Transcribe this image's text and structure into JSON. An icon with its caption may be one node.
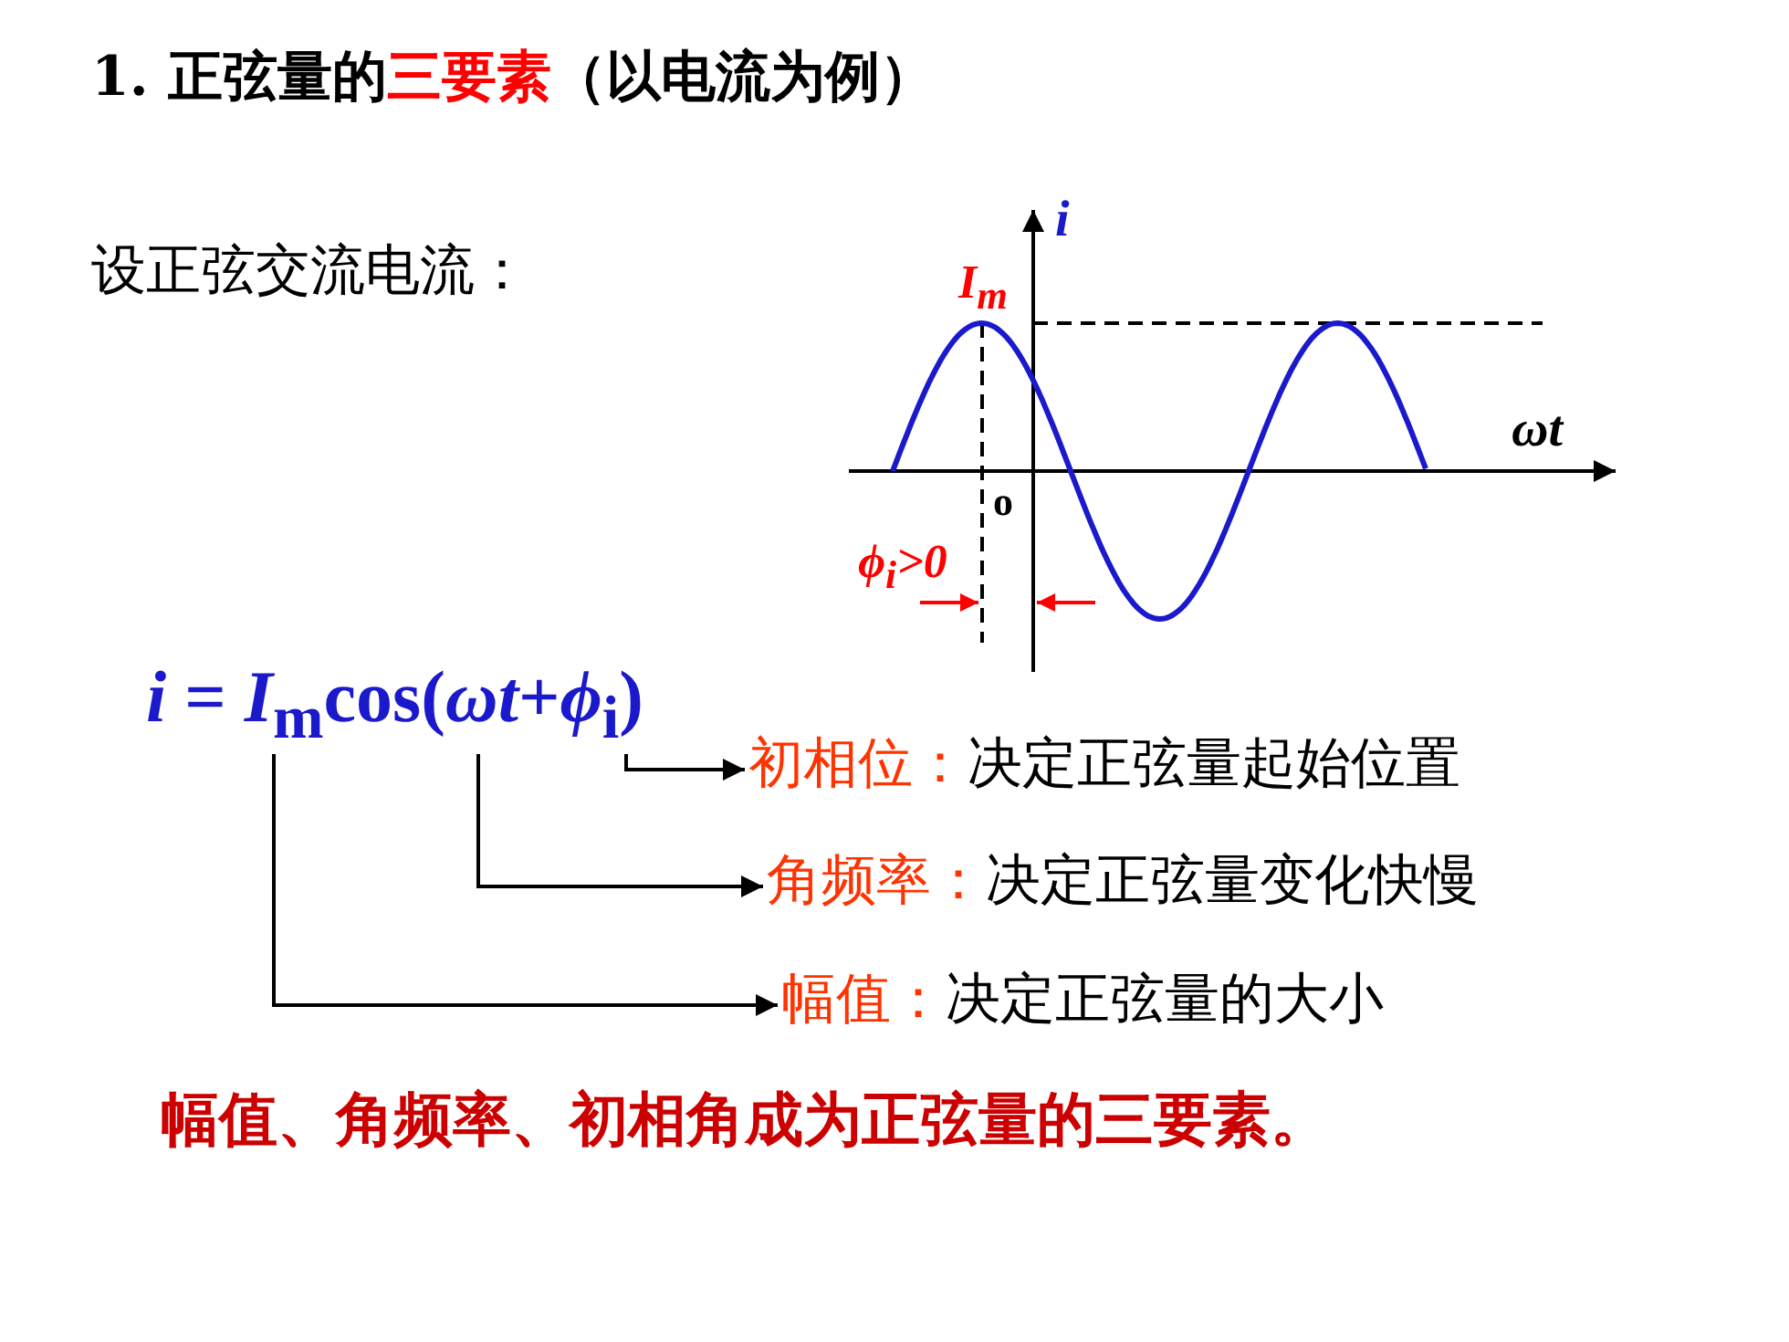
{
  "diagram": {
    "title": "1. 正弦量的**三要素**（以电流为例）",
    "nodes": [
      {
        "text": [
          "*i* = *I*$_{m}$cos(*ωt*+*ϕ*$_{i}$)"
        ]
      },
      {
        "text": [
          "初相位：",
          "决定正弦量起始位置"
        ]
      },
      {
        "text": [
          "角频率：",
          "决定正弦量变化快慢"
        ]
      },
      {
        "text": [
          "幅值：",
          "决定正弦量的大小"
        ]
      }
    ],
    "edges": [
      {
        "from": 0,
        "to": 1,
        "arrow": "to"
      },
      {
        "from": 0,
        "to": 2,
        "arrow": "to"
      },
      {
        "from": 0,
        "to": 3,
        "arrow": "to"
      }
    ],
    "labels": [
      "设正弦交流电流：",
      "i",
      "I$_{m}$",
      "ωt",
      "o",
      "ϕ$_{i}$>0",
      "幅值、角频率、初相角成为正弦量的三要素。"
    ]
  }
}
